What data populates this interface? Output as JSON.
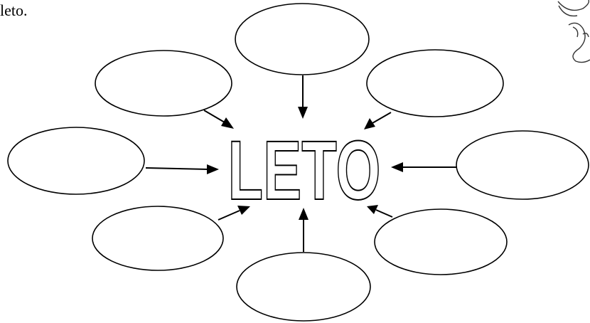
{
  "heading_fragment": "leto.",
  "center_word": "LETO",
  "bubbles": [
    {
      "id": "top",
      "text": ""
    },
    {
      "id": "upper-left",
      "text": ""
    },
    {
      "id": "upper-right",
      "text": ""
    },
    {
      "id": "left",
      "text": ""
    },
    {
      "id": "right",
      "text": ""
    },
    {
      "id": "lower-left",
      "text": ""
    },
    {
      "id": "lower-right",
      "text": ""
    },
    {
      "id": "bottom",
      "text": ""
    }
  ],
  "decoration": "corner-flower-drawing"
}
